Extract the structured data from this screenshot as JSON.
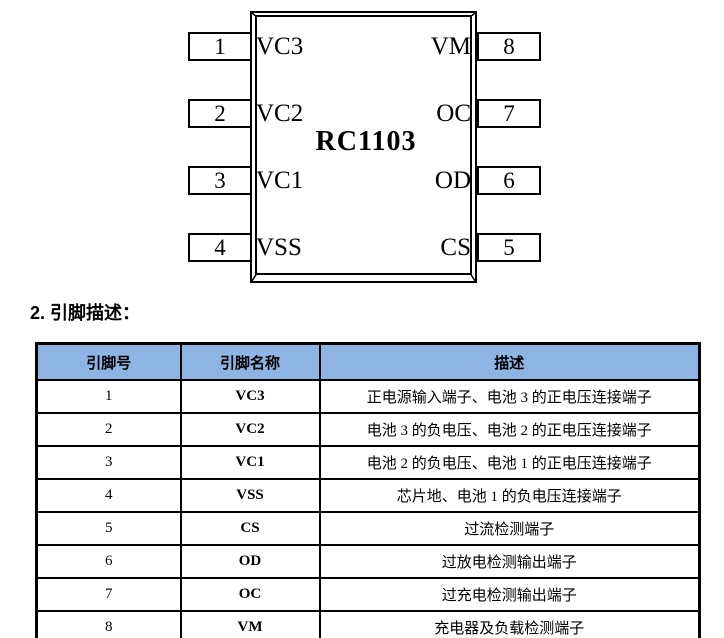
{
  "diagram": {
    "chip_name": "RC1103",
    "left_pins": [
      {
        "number": "1",
        "label": "VC3"
      },
      {
        "number": "2",
        "label": "VC2"
      },
      {
        "number": "3",
        "label": "VC1"
      },
      {
        "number": "4",
        "label": "VSS"
      }
    ],
    "right_pins": [
      {
        "number": "8",
        "label": "VM"
      },
      {
        "number": "7",
        "label": "OC"
      },
      {
        "number": "6",
        "label": "OD"
      },
      {
        "number": "5",
        "label": "CS"
      }
    ]
  },
  "section": {
    "title": "2. 引脚描述："
  },
  "table": {
    "header_bg": "#8DB4E2",
    "headers": [
      "引脚号",
      "引脚名称",
      "描述"
    ],
    "rows": [
      {
        "num": "1",
        "name": "VC3",
        "desc": "正电源输入端子、电池 3 的正电压连接端子"
      },
      {
        "num": "2",
        "name": "VC2",
        "desc": "电池 3 的负电压、电池 2 的正电压连接端子"
      },
      {
        "num": "3",
        "name": "VC1",
        "desc": "电池 2 的负电压、电池 1 的正电压连接端子"
      },
      {
        "num": "4",
        "name": "VSS",
        "desc": "芯片地、电池 1 的负电压连接端子"
      },
      {
        "num": "5",
        "name": "CS",
        "desc": "过流检测端子"
      },
      {
        "num": "6",
        "name": "OD",
        "desc": "过放电检测输出端子"
      },
      {
        "num": "7",
        "name": "OC",
        "desc": "过充电检测输出端子"
      },
      {
        "num": "8",
        "name": "VM",
        "desc": "充电器及负载检测端子"
      }
    ]
  },
  "colors": {
    "table_header_bg": "#8DB4E2",
    "border": "#000000",
    "background": "#FFFFFF"
  }
}
